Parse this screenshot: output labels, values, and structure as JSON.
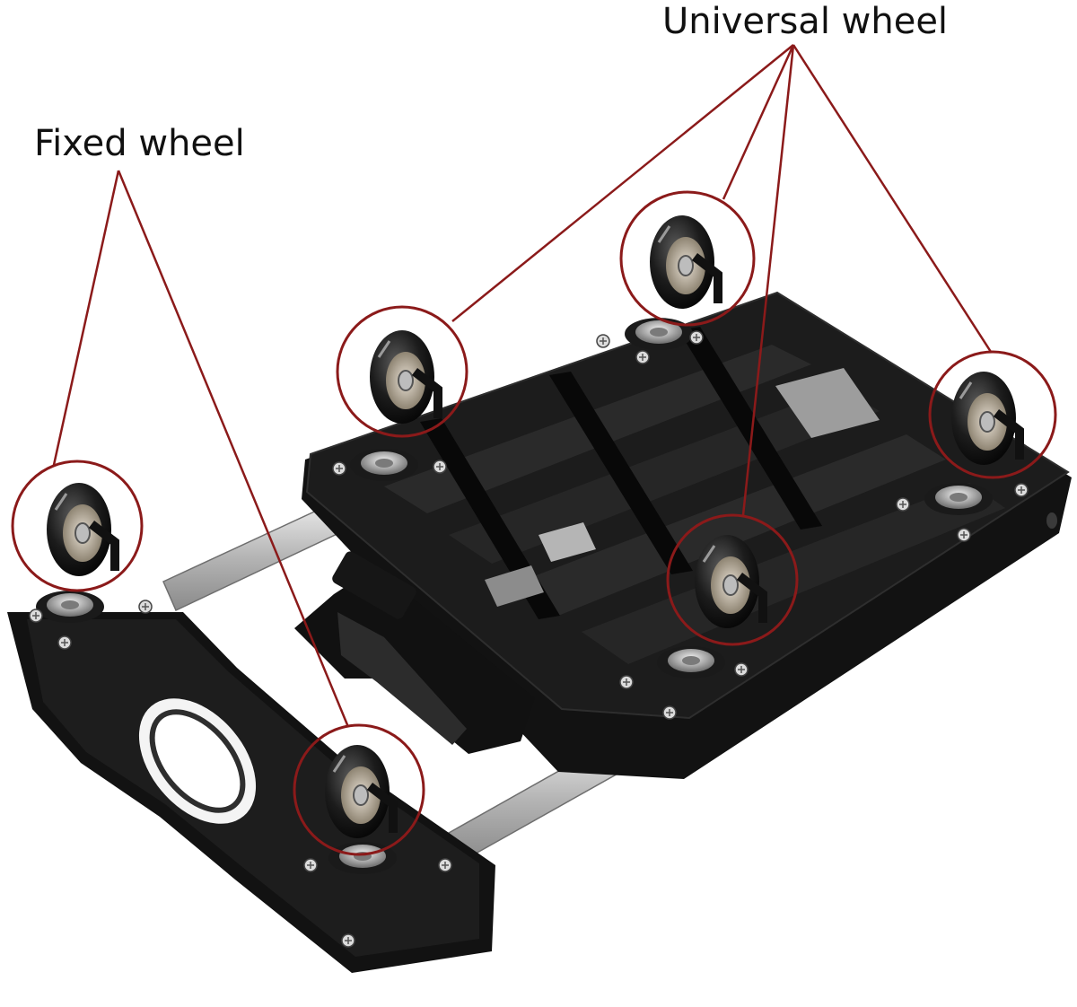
{
  "labels": {
    "universal_wheel": "Universal wheel",
    "fixed_wheel": "Fixed wheel"
  },
  "colors": {
    "callout": "#8b1a1a",
    "plastic": "#141414",
    "rail": "#c8c8c8",
    "background": "#ffffff"
  },
  "image": {
    "subject": "foldable hand truck cart with four universal caster wheels and two fixed wheels"
  }
}
